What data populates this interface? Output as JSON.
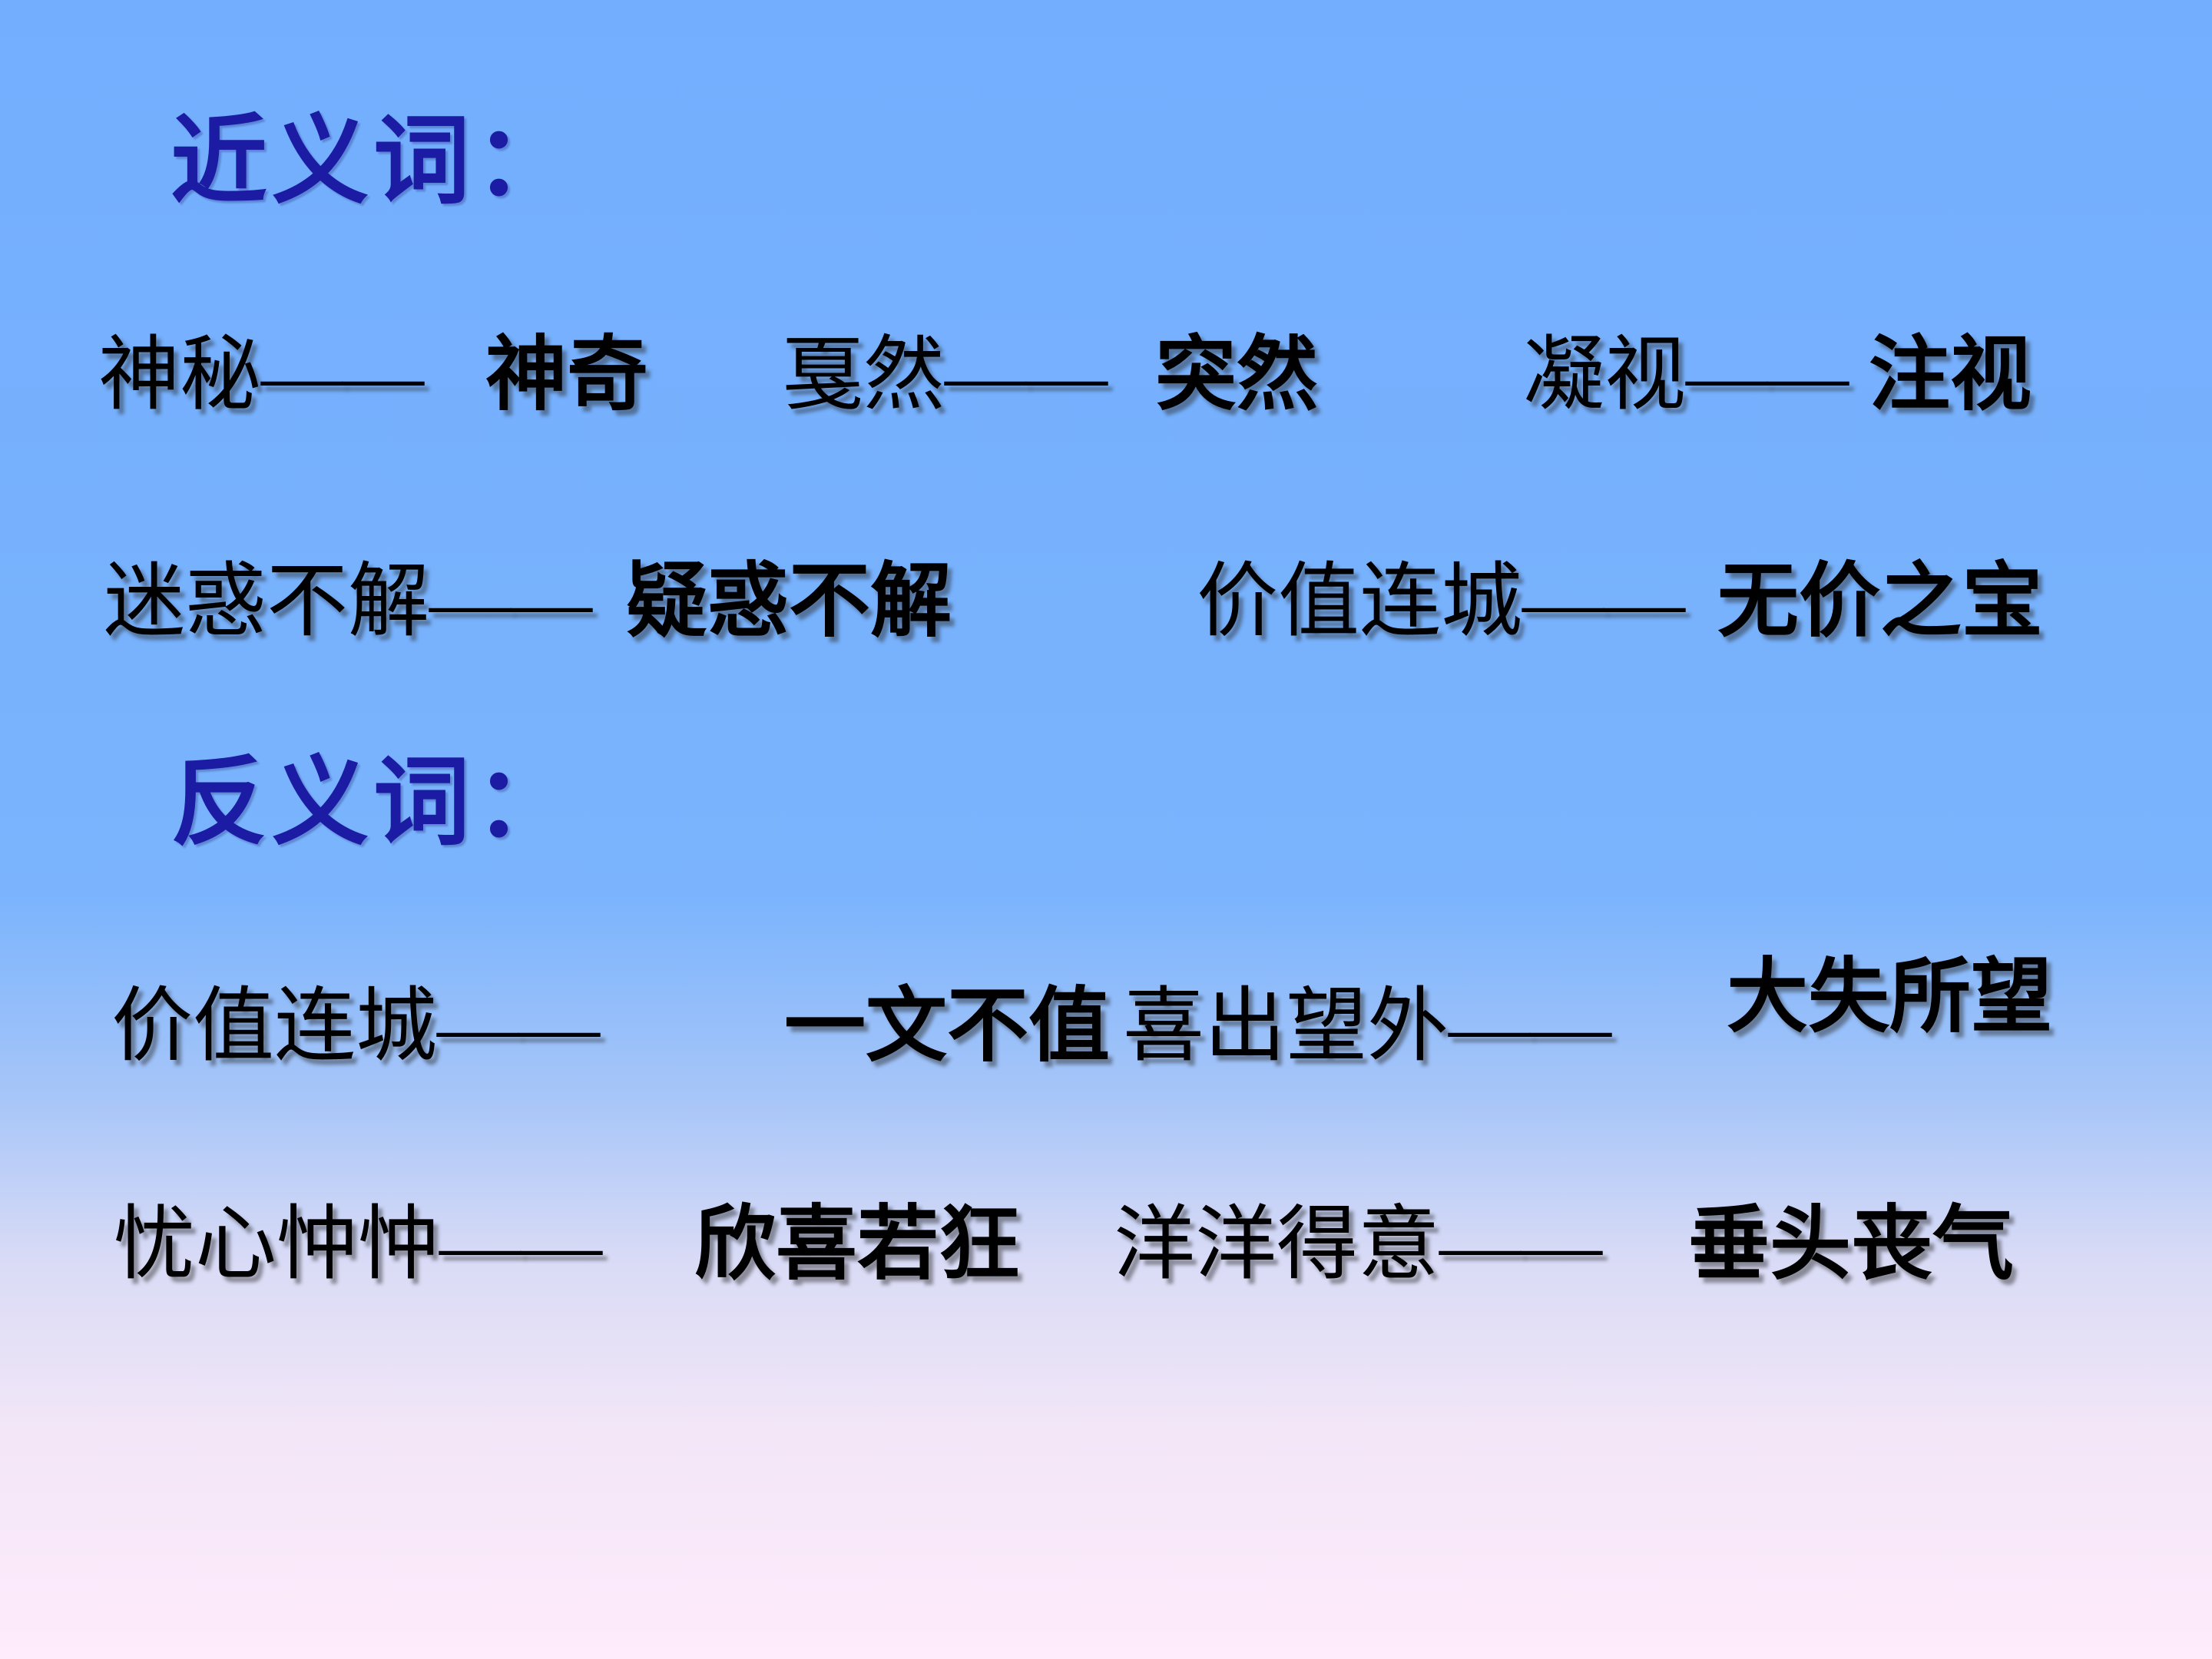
{
  "page": {
    "type": "presentation-slide",
    "background": {
      "top_color": "#73AEFE",
      "middle_color": "#D9DBF6",
      "bottom_color": "#FEEBFB"
    },
    "title_color": "#1B1BA3",
    "text_color": "#000000"
  },
  "sections": [
    {
      "id": "synonyms",
      "title": "近义词：",
      "rows": [
        {
          "pairs": [
            {
              "left": "神秘——",
              "right": "神奇"
            },
            {
              "left": "戛然——",
              "right": "突然"
            },
            {
              "left": "凝视——",
              "right": "注视"
            }
          ]
        },
        {
          "pairs": [
            {
              "left": "迷惑不解——",
              "right": "疑惑不解"
            },
            {
              "left": "价值连城——",
              "right": "无价之宝"
            }
          ]
        }
      ]
    },
    {
      "id": "antonyms",
      "title": "反义词：",
      "rows": [
        {
          "pairs": [
            {
              "left": "价值连城——",
              "right": "一文不值"
            },
            {
              "left": "喜出望外——",
              "right": "大失所望"
            }
          ]
        },
        {
          "pairs": [
            {
              "left": "忧心忡忡——",
              "right": "欣喜若狂"
            },
            {
              "left": "洋洋得意——",
              "right": "垂头丧气"
            }
          ]
        }
      ]
    }
  ]
}
